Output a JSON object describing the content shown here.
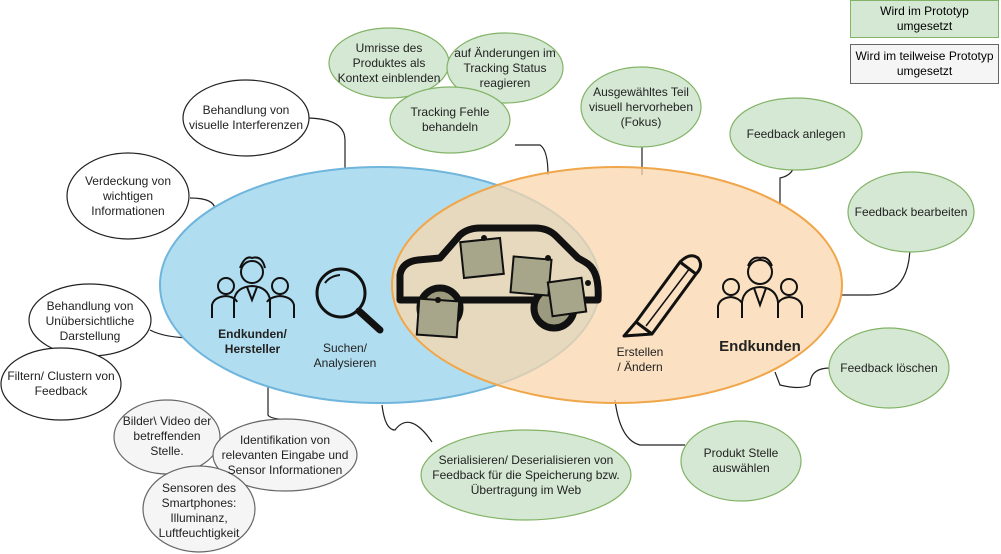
{
  "legend": {
    "implemented": "Wird im Prototyp\numgesetzt",
    "partial": "Wird im teilweise Prototyp\numgesetzt"
  },
  "groups": {
    "left_actor": "Endkunden/\nHersteller",
    "left_action": "Suchen/\nAnalysieren",
    "right_action": "Erstellen\n/ Ändern",
    "right_actor": "Endkunden"
  },
  "bubbles": {
    "interference": "Behandlung von\nvisuelle Interferenzen",
    "occlusion": "Verdeckung von\nwichtigen\nInformationen",
    "clutter": "Behandlung von\nUnübersichtliche\nDarstellung",
    "filter": "Filtern/ Clustern von\nFeedback",
    "outline": "Umrisse des\nProduktes als\nKontext einblenden",
    "tracking_status": "auf Änderungen im\nTracking Status\nreagieren",
    "tracking_errors": "Tracking Fehle\nbehandeln",
    "highlight": "Ausgewähltes Teil\nvisuell hervorheben\n(Fokus)",
    "fb_create": "Feedback anlegen",
    "fb_edit": "Feedback bearbeiten",
    "fb_delete": "Feedback löschen",
    "product_spot": "Produkt Stelle\nauswählen",
    "serialize": "Serialisieren/ Deserialisieren von\nFeedback für die Speicherung bzw.\nÜbertragung im Web",
    "media": "Bilder\\ Video der\nbetreffenden\nStelle.",
    "identify": "Identifikation von\nrelevanten Eingabe und\nSensor Informationen",
    "sensors": "Sensoren des\nSmartphones:\nIlluminanz,\nLuftfeuchtigkeit"
  },
  "colors": {
    "implemented_fill": "#d5e8d4",
    "implemented_stroke": "#82b366",
    "partial_fill": "#f5f5f5",
    "partial_stroke": "#666666",
    "left_ellipse_fill": "#b1ddf0",
    "left_ellipse_stroke": "#6fb5dc",
    "right_ellipse_fill": "#fad7ac",
    "right_ellipse_stroke": "#f0a64a"
  },
  "icons": [
    "people-group-icon",
    "magnifier-icon",
    "car-with-notes-icon",
    "pencil-icon",
    "people-group-icon"
  ]
}
